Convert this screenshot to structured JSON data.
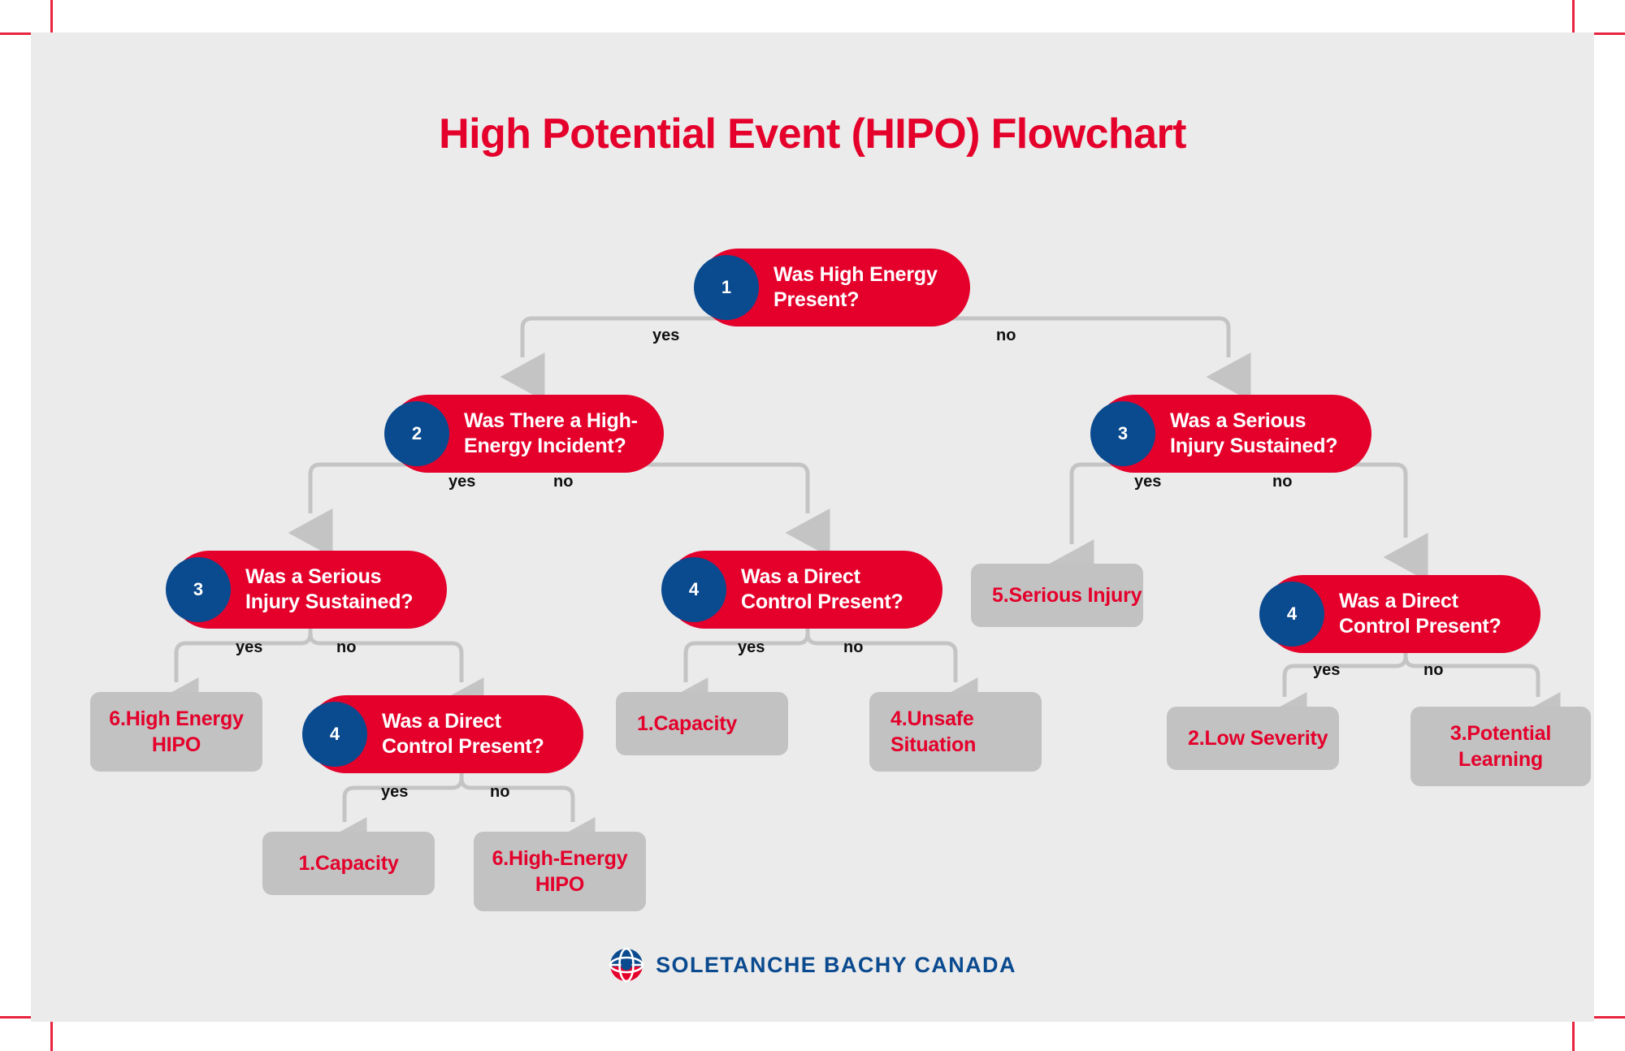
{
  "page": {
    "title": "High Potential Event (HIPO) Flowchart",
    "background": "#ebebeb",
    "accent_red": "#e4002b",
    "accent_blue": "#0a4a8f",
    "terminal_gray": "#c2c2c2",
    "connector_gray": "#c4c4c4"
  },
  "footer": {
    "brand": "SOLETANCHE BACHY CANADA"
  },
  "chart_data": {
    "type": "diagram",
    "title": "High Potential Event (HIPO) Flowchart",
    "decision_nodes": [
      {
        "id": "q1",
        "number": "1",
        "question": "Was High Energy Present?"
      },
      {
        "id": "q2",
        "number": "2",
        "question": "Was There a High-Energy Incident?"
      },
      {
        "id": "q3r",
        "number": "3",
        "question": "Was a Serious Injury Sustained?"
      },
      {
        "id": "q3l",
        "number": "3",
        "question": "Was a Serious Injury Sustained?"
      },
      {
        "id": "q4m",
        "number": "4",
        "question": "Was a Direct Control Present?"
      },
      {
        "id": "q4r",
        "number": "4",
        "question": "Was a Direct Control Present?"
      },
      {
        "id": "q4b",
        "number": "4",
        "question": "Was a Direct Control Present?"
      }
    ],
    "terminal_nodes": [
      {
        "id": "t5",
        "label": "5.Serious Injury"
      },
      {
        "id": "t6a",
        "label": "6.High Energy HIPO"
      },
      {
        "id": "t1a",
        "label": "1.Capacity"
      },
      {
        "id": "t4u",
        "label": "4.Unsafe Situation"
      },
      {
        "id": "t2",
        "label": "2.Low Severity"
      },
      {
        "id": "t3",
        "label": "3.Potential Learning"
      },
      {
        "id": "t1b",
        "label": "1.Capacity"
      },
      {
        "id": "t6b",
        "label": "6.High-Energy HIPO"
      }
    ],
    "edges": [
      {
        "from": "q1",
        "to": "q2",
        "label": "yes"
      },
      {
        "from": "q1",
        "to": "q3r",
        "label": "no"
      },
      {
        "from": "q2",
        "to": "q3l",
        "label": "yes"
      },
      {
        "from": "q2",
        "to": "q4m",
        "label": "no"
      },
      {
        "from": "q3r",
        "to": "t5",
        "label": "yes"
      },
      {
        "from": "q3r",
        "to": "q4r",
        "label": "no"
      },
      {
        "from": "q3l",
        "to": "t6a",
        "label": "yes"
      },
      {
        "from": "q3l",
        "to": "q4b",
        "label": "no"
      },
      {
        "from": "q4m",
        "to": "t1a",
        "label": "yes"
      },
      {
        "from": "q4m",
        "to": "t4u",
        "label": "no"
      },
      {
        "from": "q4r",
        "to": "t2",
        "label": "yes"
      },
      {
        "from": "q4r",
        "to": "t3",
        "label": "no"
      },
      {
        "from": "q4b",
        "to": "t1b",
        "label": "yes"
      },
      {
        "from": "q4b",
        "to": "t6b",
        "label": "no"
      }
    ]
  },
  "edge_labels": {
    "e1_yes": "yes",
    "e1_no": "no",
    "e2_yes": "yes",
    "e2_no": "no",
    "e3r_yes": "yes",
    "e3r_no": "no",
    "e3l_yes": "yes",
    "e3l_no": "no",
    "e4m_yes": "yes",
    "e4m_no": "no",
    "e4r_yes": "yes",
    "e4r_no": "no",
    "e4b_yes": "yes",
    "e4b_no": "no"
  },
  "nodes": {
    "q1": {
      "number": "1",
      "question": "Was High Energy Present?"
    },
    "q2": {
      "number": "2",
      "question": "Was There a High-Energy Incident?"
    },
    "q3r": {
      "number": "3",
      "question": "Was a Serious Injury Sustained?"
    },
    "q3l": {
      "number": "3",
      "question": "Was a Serious Injury Sustained?"
    },
    "q4m": {
      "number": "4",
      "question": "Was a Direct Control Present?"
    },
    "q4r": {
      "number": "4",
      "question": "Was a Direct Control Present?"
    },
    "q4b": {
      "number": "4",
      "question": "Was a Direct Control Present?"
    }
  },
  "terminals": {
    "t5": "5.Serious Injury",
    "t6a": "6.High Energy HIPO",
    "t1a": "1.Capacity",
    "t4u": "4.Unsafe Situation",
    "t2": "2.Low Severity",
    "t3": "3.Potential Learning",
    "t1b": "1.Capacity",
    "t6b": "6.High-Energy HIPO"
  }
}
